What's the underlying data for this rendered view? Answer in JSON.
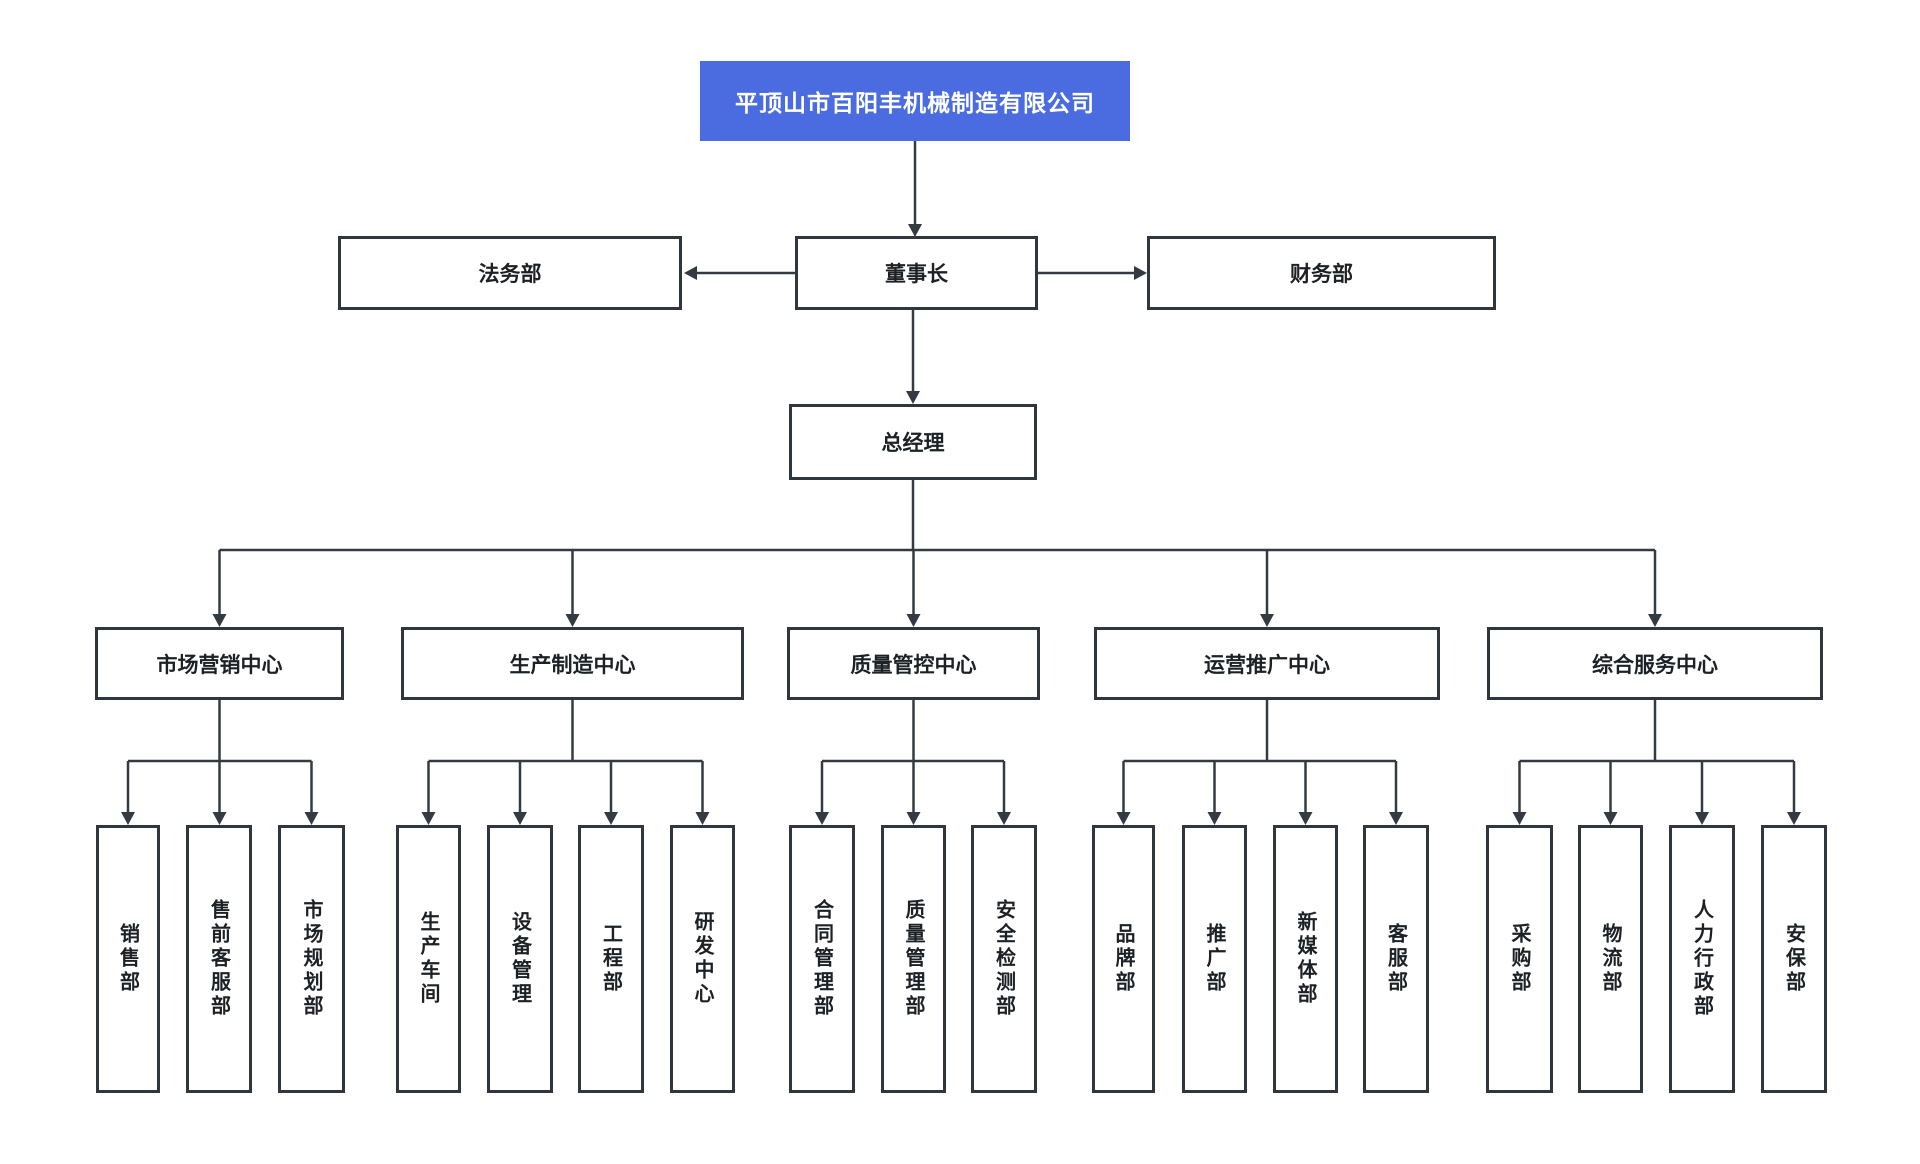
{
  "company": {
    "name": "平顶山市百阳丰机械制造有限公司"
  },
  "level1": {
    "left": "法务部",
    "center": "董事长",
    "right": "财务部"
  },
  "level2": {
    "general_manager": "总经理"
  },
  "centers": [
    {
      "label": "市场营销中心",
      "children": [
        "销售部",
        "售前客服部",
        "市场规划部"
      ]
    },
    {
      "label": "生产制造中心",
      "children": [
        "生产车间",
        "设备管理",
        "工程部",
        "研发中心"
      ]
    },
    {
      "label": "质量管控中心",
      "children": [
        "合同管理部",
        "质量管理部",
        "安全检测部"
      ]
    },
    {
      "label": "运营推广中心",
      "children": [
        "品牌部",
        "推广部",
        "新媒体部",
        "客服部"
      ]
    },
    {
      "label": "综合服务中心",
      "children": [
        "采购部",
        "物流部",
        "人力行政部",
        "安保部"
      ]
    }
  ],
  "colors": {
    "accent_blue": "#4a6ce0",
    "line": "#333a41",
    "border": "#2f363d",
    "text": "#1c2126"
  }
}
